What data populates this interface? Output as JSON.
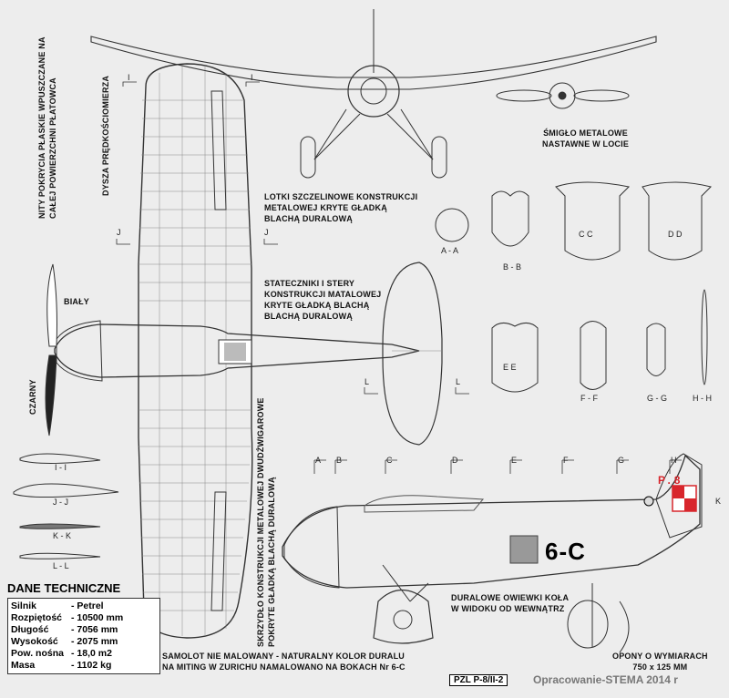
{
  "colors": {
    "paper": "#ededed",
    "ink": "#333333",
    "red": "#d8262c"
  },
  "labels": {
    "rivets": "NITY POKRYCIA PŁASKIE WPUSZCZANE NA CAŁEJ POWIERZCHNI PŁATOWCA",
    "pitot": "DYSZA PRĘDKOŚCIOMIERZA",
    "ailerons": [
      "LOTKI SZCZELINOWE KONSTRUKCJI",
      "METALOWEJ KRYTE GŁADKĄ",
      "BLACHĄ DURALOWĄ"
    ],
    "propeller": [
      "ŚMIGŁO METALOWE",
      "NASTAWNE W LOCIE"
    ],
    "tail": [
      "STATECZNIKI I STERY",
      "KONSTRUKCJI MATALOWEJ",
      "KRYTE GŁADKĄ BLACHĄ",
      "BLACHĄ DURALOWĄ"
    ],
    "white": "BIAŁY",
    "black": "CZARNY",
    "wing": "SKRZYDŁO KONSTRUKCJI METALOWEJ DWUDŹWIGAROWE POKRYTE GŁADKĄ BLACHĄ DURALOWĄ",
    "wheel_covers": [
      "DURALOWE OWIEWKI KOŁA",
      "W WIDOKU OD WEWNĄTRZ"
    ],
    "tyres": [
      "OPONY O WYMIARACH",
      "750 x 125 MM"
    ],
    "note": [
      "SAMOLOT NIE MALOWANY - NATURALNY KOLOR DURALU",
      "NA MITING W ZURICHU NAMALOWANO NA BOKACH Nr 6-C"
    ]
  },
  "sections": {
    "airfoils": [
      "I - I",
      "J - J",
      "K - K",
      "L - L"
    ],
    "fuselage": [
      "A - A",
      "B - B",
      "C C",
      "D D",
      "E E",
      "F - F",
      "G - G",
      "H - H"
    ],
    "side_letters": [
      "A",
      "B",
      "C",
      "D",
      "E",
      "F",
      "G",
      "H",
      "K"
    ],
    "plan_marks": [
      "I",
      "I",
      "J",
      "J",
      "L",
      "L"
    ]
  },
  "markings": {
    "registration": "6-C",
    "code": "P.8"
  },
  "specs": {
    "title": "DANE TECHNICZNE",
    "rows": [
      {
        "key": "Silnik",
        "value": "- Petrel"
      },
      {
        "key": "Rozpiętość",
        "value": "- 10500 mm"
      },
      {
        "key": "Długość",
        "value": "- 7056 mm"
      },
      {
        "key": "Wysokość",
        "value": "- 2075 mm"
      },
      {
        "key": "Pow. nośna",
        "value": "- 18,0 m2"
      },
      {
        "key": "Masa",
        "value": "- 1102 kg"
      }
    ]
  },
  "model": "PZL P-8/II-2",
  "credit": "Opracowanie-STEMA 2014 r"
}
